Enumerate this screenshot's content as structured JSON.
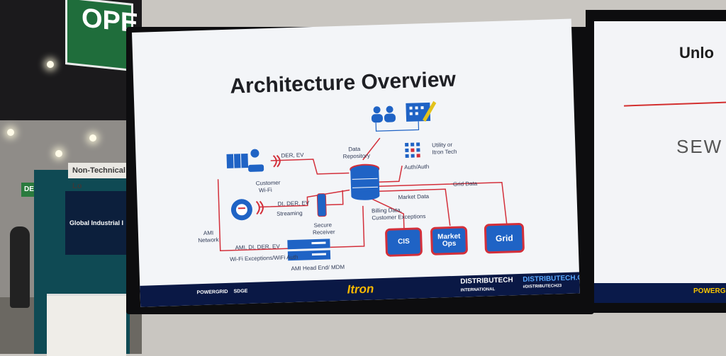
{
  "environment": {
    "open_sign": "OPE",
    "booth_sign": "Non-Technical Lo",
    "booth_screen_text": "Global Industrial I",
    "green_sign": "DE"
  },
  "right_screen": {
    "title": "Unlo",
    "logo": "SEW"
  },
  "slide": {
    "title": "Architecture Overview",
    "labels": {
      "der_ev": "DER, EV",
      "customer_wifi_1": "Customer",
      "customer_wifi_2": "Wi-Fi",
      "data_repo_1": "Data",
      "data_repo_2": "Repository",
      "utility_1": "Utility or",
      "utility_2": "Itron Tech",
      "auth": "Auth/Auth",
      "di_der_ev": "DI, DER, EV",
      "streaming": "Streaming",
      "secure_1": "Secure",
      "secure_2": "Receiver",
      "market_data": "Market Data",
      "grid_data": "Grid Data",
      "billing_1": "Billing Data,",
      "billing_2": "Customer Exceptions",
      "ami_network_1": "AMI",
      "ami_network_2": "Network",
      "ami_di": "AMI, DI, DER, EV",
      "wifi_exceptions": "Wi-Fi Exceptions/WiFi Auth",
      "headend": "AMI Head End/ MDM"
    },
    "boxes": {
      "cis": "CIS",
      "market_ops_1": "Market",
      "market_ops_2": "Ops",
      "grid": "Grid"
    },
    "footer": {
      "powergrid": "POWERGRID",
      "sdge": "SDGE",
      "itron": "Itron",
      "distributech_1": "DISTRIBUTECH",
      "distributech_2": "INTERNATIONAL",
      "distributech_url": "DISTRIBUTECH.COM",
      "hashtag": "#DISTRIBUTECH23"
    }
  },
  "colors": {
    "diagram_blue": "#1f63c5",
    "connector_red": "#d32f3a",
    "footer_navy": "#0a1845"
  }
}
